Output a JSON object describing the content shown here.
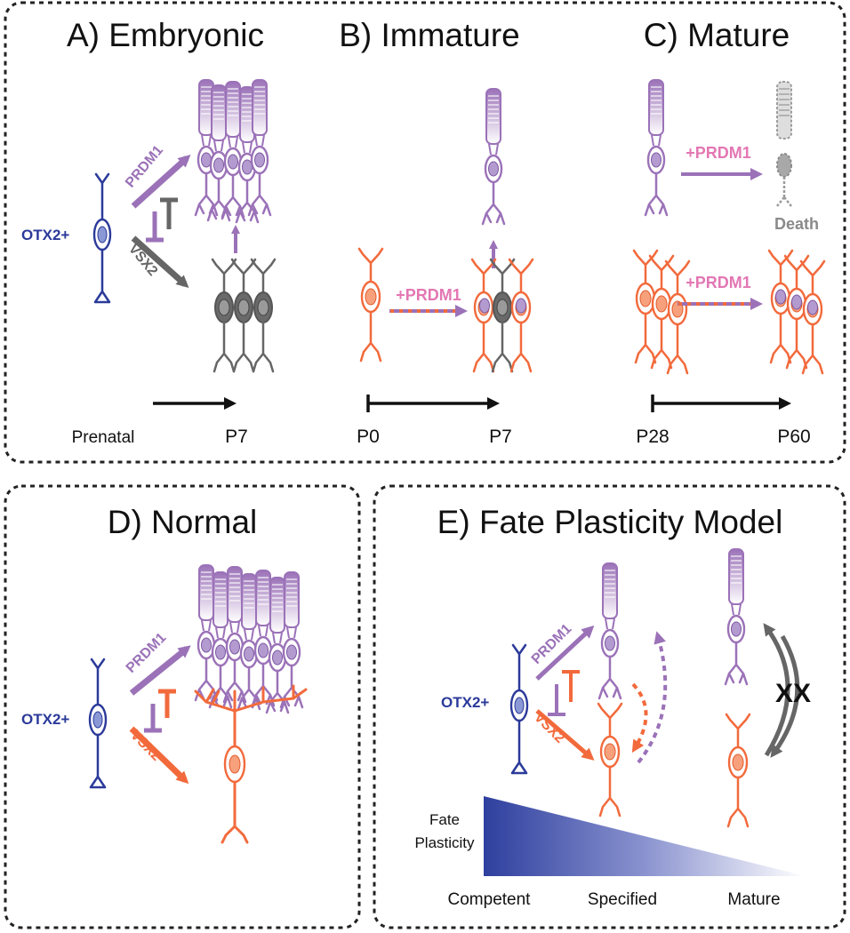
{
  "panels": {
    "a": {
      "title": "A) Embryonic",
      "marker": "OTX2+",
      "tf1": "PRDM1",
      "tf2": "VSX2",
      "t_start": "Prenatal",
      "t_end": "P7"
    },
    "b": {
      "title": "B) Immature",
      "treatment": "+PRDM1",
      "t_start": "P0",
      "t_end": "P7"
    },
    "c": {
      "title": "C) Mature",
      "treatment_top": "+PRDM1",
      "death": "Death",
      "treatment_bottom": "+PRDM1",
      "t_start": "P28",
      "t_end": "P60"
    },
    "d": {
      "title": "D) Normal",
      "marker": "OTX2+",
      "tf1": "PRDM1",
      "tf2": "VSX2"
    },
    "e": {
      "title": "E) Fate Plasticity Model",
      "marker": "OTX2+",
      "tf1": "PRDM1",
      "tf2": "VSX2",
      "block": "XX",
      "gradient_label_line1": "Fate",
      "gradient_label_line2": "Plasticity",
      "stages": [
        "Competent",
        "Specified",
        "Mature"
      ]
    }
  },
  "colors": {
    "rod": "#9b72b8",
    "bipolar": "#f26a3c",
    "progenitor": "#2b3a9a",
    "gray": "#6d6d6d",
    "dead": "#9a9a9a",
    "treatment": "#e377b3"
  },
  "icons": [
    "rod-cell-icon",
    "bipolar-cell-icon",
    "progenitor-cell-icon",
    "inhibition-icon",
    "arrow-icon"
  ]
}
